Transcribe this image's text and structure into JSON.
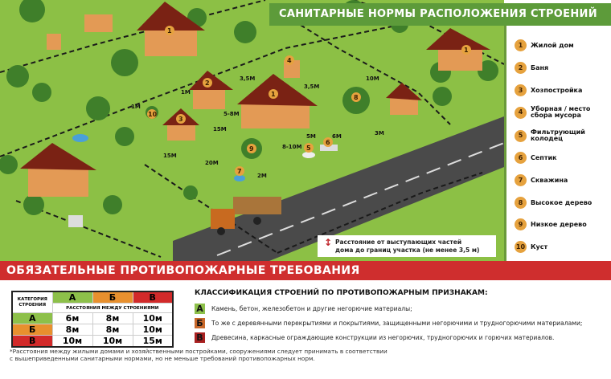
{
  "header": {
    "title": "САНИТАРНЫЕ НОРМЫ РАСПОЛОЖЕНИЯ СТРОЕНИЙ"
  },
  "colors": {
    "grass": "#8cc045",
    "road": "#4a4a4a",
    "roof": "#7a2214",
    "wall": "#e39a55",
    "marker": "#e6a23e",
    "banner_green": "#5d9b3a",
    "banner_red": "#cf2e2e",
    "cat_a": "#8dc04a",
    "cat_b": "#e8902e",
    "cat_v": "#d22a2a"
  },
  "map": {
    "distances": [
      "3,5М",
      "3,5М",
      "10М",
      "1М",
      "1М",
      "5-8М",
      "15М",
      "5М",
      "6М",
      "3М",
      "8-10М",
      "15М",
      "20М",
      "2М"
    ],
    "markers": [
      "1",
      "1",
      "1",
      "2",
      "3",
      "4",
      "5",
      "6",
      "7",
      "8",
      "9",
      "10"
    ],
    "note": {
      "icon": "up-down-arrow-icon",
      "line1": "Расстояние от выступающих частей",
      "line2": "дома до границ участка (не менее 3,5 м)"
    }
  },
  "legend": [
    {
      "num": "1",
      "label": "Жилой дом"
    },
    {
      "num": "2",
      "label": "Баня"
    },
    {
      "num": "3",
      "label": "Хозпостройка"
    },
    {
      "num": "4",
      "label": "Уборная / место сбора мусора"
    },
    {
      "num": "5",
      "label": "Фильтрующий колодец"
    },
    {
      "num": "6",
      "label": "Септик"
    },
    {
      "num": "7",
      "label": "Скважина"
    },
    {
      "num": "8",
      "label": "Высокое дерево"
    },
    {
      "num": "9",
      "label": "Низкое дерево"
    },
    {
      "num": "10",
      "label": "Куст"
    }
  ],
  "fire": {
    "title": "ОБЯЗАТЕЛЬНЫЕ ПРОТИВОПОЖАРНЫЕ ТРЕБОВАНИЯ",
    "table": {
      "corner": "КАТЕГОРИЯ СТРОЕНИЯ",
      "columns": [
        "А",
        "Б",
        "В"
      ],
      "subheader": "РАССТОЯНИЯ МЕЖДУ СТРОЕНИЯМИ",
      "rows": [
        {
          "cat": "А",
          "values": [
            "6м",
            "8м",
            "10м"
          ]
        },
        {
          "cat": "Б",
          "values": [
            "8м",
            "8м",
            "10м"
          ]
        },
        {
          "cat": "В",
          "values": [
            "10м",
            "10м",
            "15м"
          ]
        }
      ]
    },
    "classification": {
      "title": "КЛАССИФИКАЦИЯ СТРОЕНИЙ ПО ПРОТИВОПОЖАРНЫМ ПРИЗНАКАМ:",
      "items": [
        {
          "cat": "А",
          "text": "Камень, бетон, железобетон и другие негорючие материалы;"
        },
        {
          "cat": "Б",
          "text": "То же с деревянными перекрытиями и покрытиями, защищенными негорючими и трудногорючими материалами;"
        },
        {
          "cat": "В",
          "text": "Древесина, каркасные ограждающие конструкции из негорючих, трудногорючих и горючих материалов."
        }
      ]
    },
    "footnote1": "*Расстояния между жилыми домами и хозяйственными постройками, сооружениями следует принимать в соответствии",
    "footnote2": "с вышеприведенными санитарными нормами, но не меньше требований противопожарных норм."
  }
}
